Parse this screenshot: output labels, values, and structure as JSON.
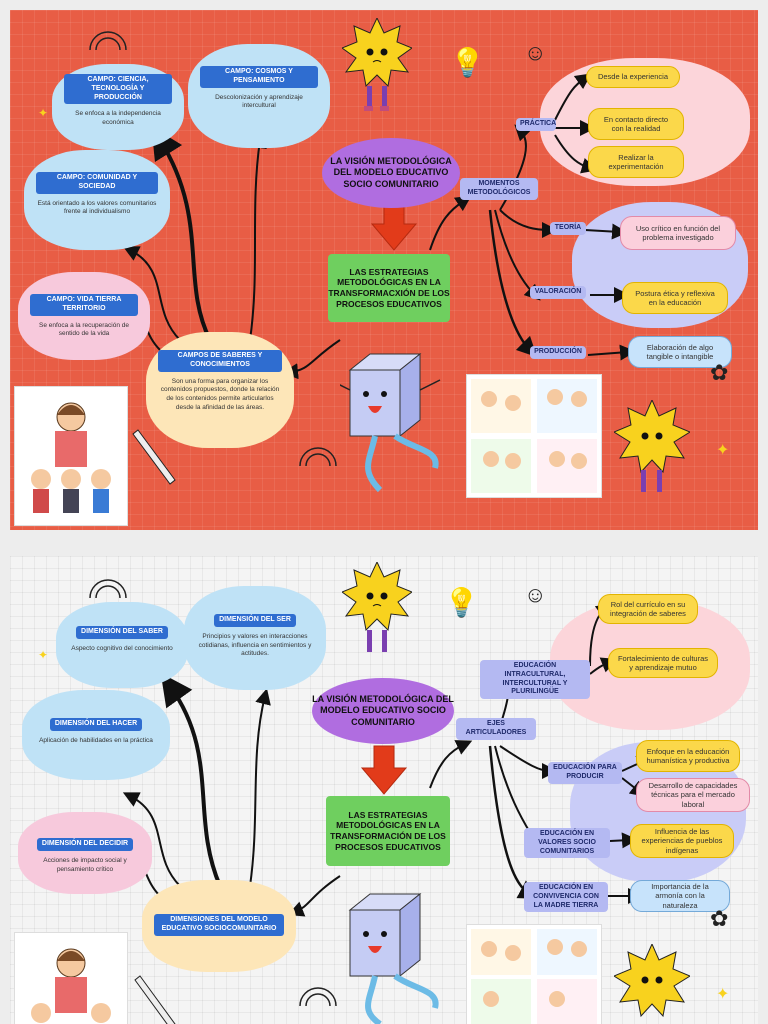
{
  "slide1": {
    "center_title": "LA VISIÓN METODOLÓGICA DEL MODELO EDUCATIVO SOCIO COMUNITARIO",
    "strategies": "LAS ESTRATEGIAS METODOLÓGICAS EN LA TRANSFORMACXIÓN DE LOS PROCESOS EDUCATIVOS",
    "campo_ciencia": {
      "title": "CAMPO: CIENCIA, TECNOLOGÍA Y PRODUCCIÓN",
      "desc": "Se enfoca a la independencia económica"
    },
    "campo_cosmos": {
      "title": "CAMPO: COSMOS Y PENSAMIENTO",
      "desc": "Descolonización y aprendizaje intercultural"
    },
    "campo_comunidad": {
      "title": "CAMPO: COMUNIDAD Y SOCIEDAD",
      "desc": "Está orientado a los valores comunitarios frente al individualismo"
    },
    "campo_vida": {
      "title": "CAMPO: VIDA TIERRA TERRITORIO",
      "desc": "Se enfoca a la recuperación de sentido de la vida"
    },
    "saberes": {
      "title": "CAMPOS DE SABERES Y CONOCIMIENTOS",
      "desc": "Son una forma para organizar los contenidos propuestos, donde la relación de los contenidos permite articularlos desde la afinidad de las áreas."
    },
    "momentos": "MOMENTOS METODOLÓGICOS",
    "practica": "PRÁCTICA",
    "teoria": "TEORÍA",
    "valoracion": "VALORACIÓN",
    "produccion": "PRODUCCIÓN",
    "practica_items": [
      "Desde la experiencia",
      "En contacto directo con la realidad",
      "Realizar la experimentación"
    ],
    "teoria_item": "Uso crítico en función del problema investigado",
    "valoracion_item": "Postura ética y reflexiva en la educación",
    "produccion_item": "Elaboración de algo tangible o intangible"
  },
  "slide2": {
    "center_title": "LA VISIÓN METODOLÓGICA DEL MODELO EDUCATIVO SOCIO COMUNITARIO",
    "strategies": "LAS ESTRATEGIAS METODOLÓGICAS EN LA TRANSFORMACIÓN DE LOS PROCESOS EDUCATIVOS",
    "saber": {
      "title": "DIMENSIÓN DEL SABER",
      "desc": "Aspecto cognitivo del conocimiento"
    },
    "ser": {
      "title": "DIMENSIÓN DEL SER",
      "desc": "Principios y valores en interacciones cotidianas, influencia en sentimientos y actitudes."
    },
    "hacer": {
      "title": "DIMENSIÓN DEL HACER",
      "desc": "Aplicación de habilidades en la práctica"
    },
    "decidir": {
      "title": "DIMENSIÓN DEL DECIDIR",
      "desc": "Acciones de impacto social y pensamiento crítico"
    },
    "dimensiones": "DIMENSIONES DEL MODELO EDUCATIVO SOCIOCOMUNITARIO",
    "ejes": "EJES ARTICULADORES",
    "intracultural": "EDUCACIÓN INTRACULTURAL, INTERCULTURAL Y PLURILINGÜE",
    "intracultural_items": [
      "Rol del currículo en su integración de saberes",
      "Fortalecimiento de culturas y aprendizaje mutuo"
    ],
    "producir": "EDUCACIÓN PARA PRODUCIR",
    "producir_items": [
      "Enfoque en la educación humanística y productiva",
      "Desarrollo de capacidades técnicas para el mercado laboral"
    ],
    "valores": "EDUCACIÓN EN VALORES SOCIO COMUNITARIOS",
    "valores_item": "Influencia de las experiencias de pueblos indígenas",
    "convivencia": "EDUCACIÓN EN CONVIVENCIA CON LA MADRE TIERRA",
    "convivencia_item": "Importancia de la armonía con la naturaleza"
  }
}
